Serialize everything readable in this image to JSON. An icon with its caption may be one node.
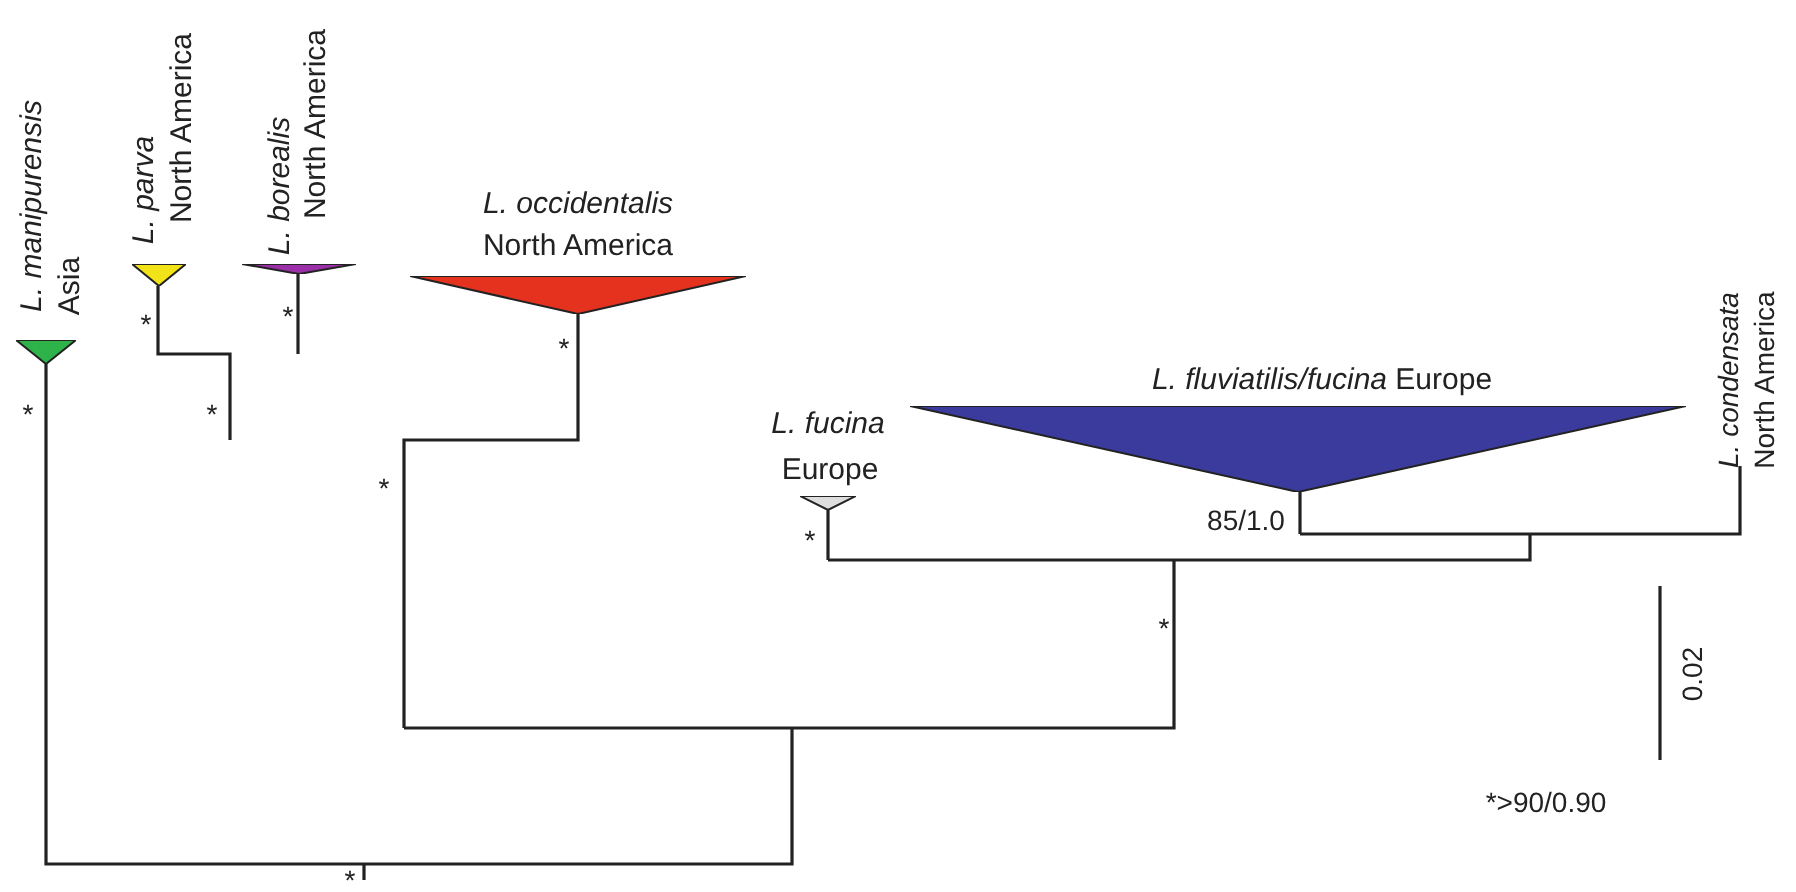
{
  "diagram": {
    "nodes": [
      {
        "text": [
          "L. manipurensis",
          "Asia"
        ]
      },
      {
        "text": [
          "L. parva",
          "North America"
        ]
      },
      {
        "text": [
          "L. borealis",
          "North America"
        ]
      },
      {
        "text": [
          "L. occidentalis",
          "North America"
        ]
      },
      {
        "text": [
          "L. fucina",
          "Europe"
        ]
      },
      {
        "text": [
          "*L. fluviatilis/fucina* Europe"
        ]
      },
      {
        "text": [
          "L. condensata",
          "North America"
        ]
      }
    ],
    "labels": [
      "*",
      "*",
      "*",
      "*",
      "*",
      "*",
      "85/1.0",
      "*",
      "*",
      "0.02",
      "*>90/0.90",
      "*"
    ]
  }
}
